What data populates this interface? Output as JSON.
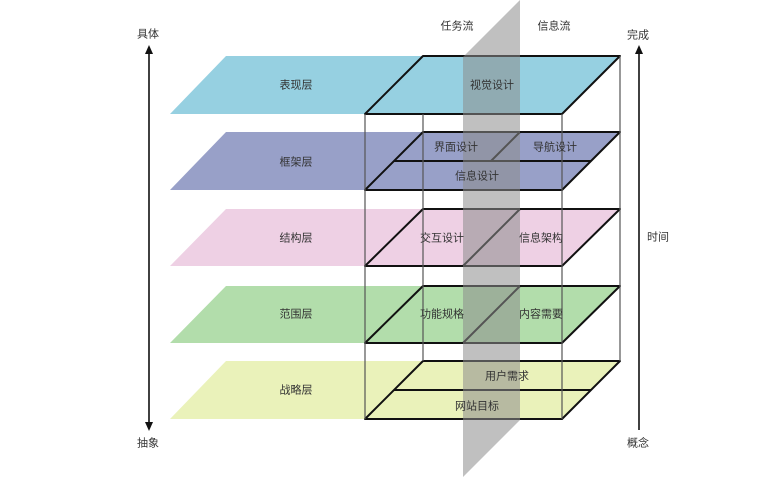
{
  "diagram": {
    "type": "elements-of-user-experience",
    "axes": {
      "left": {
        "top_label": "具体",
        "bottom_label": "抽象"
      },
      "right": {
        "top_label": "完成",
        "bottom_label": "概念",
        "side_label": "时间"
      }
    },
    "flows": {
      "left": "任务流",
      "right": "信息流"
    },
    "colors": {
      "surface": "#96D0E1",
      "skeleton": "#98A0C8",
      "structure": "#EED0E4",
      "scope": "#B2DDAB",
      "strategy": "#EAF2BA",
      "flow_plane": "#9A9A9A",
      "line": "#111111"
    },
    "layers": [
      {
        "name": "表现层",
        "elements": [
          "视觉设计"
        ]
      },
      {
        "name": "框架层",
        "elements": [
          "界面设计",
          "导航设计",
          "信息设计"
        ]
      },
      {
        "name": "结构层",
        "elements": [
          "交互设计",
          "信息架构"
        ]
      },
      {
        "name": "范围层",
        "elements": [
          "功能规格",
          "内容需要"
        ]
      },
      {
        "name": "战略层",
        "elements": [
          "用户需求",
          "网站目标"
        ]
      }
    ]
  }
}
